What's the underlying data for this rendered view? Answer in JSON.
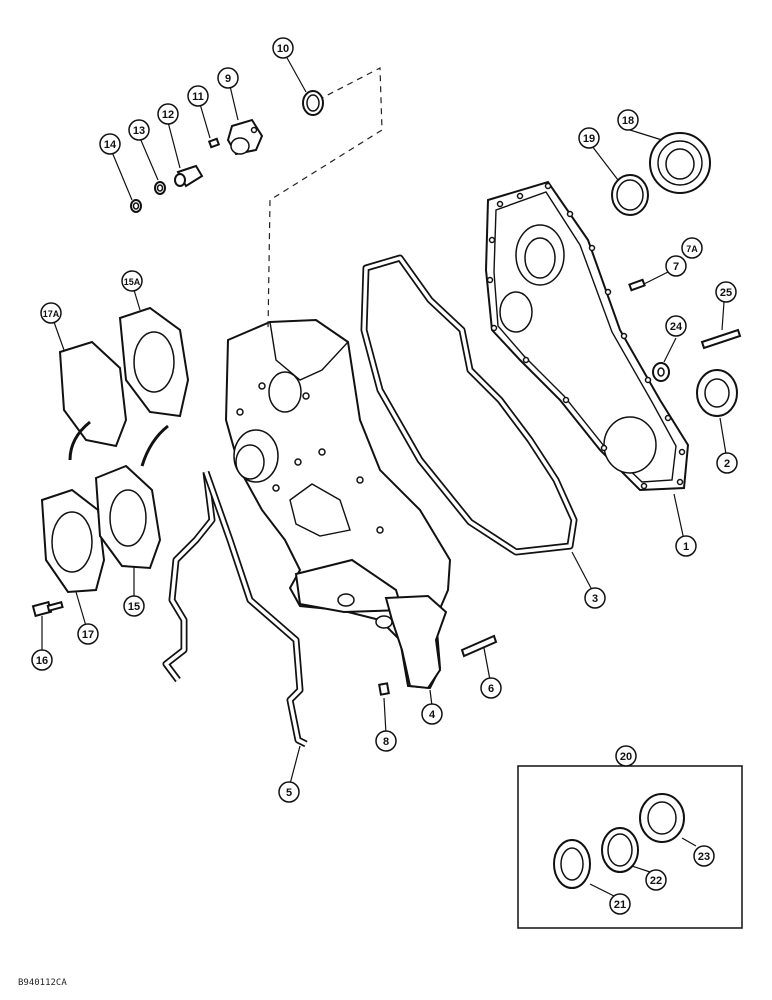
{
  "diagram": {
    "reference_code": "B940112CA",
    "callouts": {
      "c1": "1",
      "c2": "2",
      "c3": "3",
      "c4": "4",
      "c5": "5",
      "c6": "6",
      "c7": "7",
      "c7a": "7A",
      "c8": "8",
      "c9": "9",
      "c10": "10",
      "c11": "11",
      "c12": "12",
      "c13": "13",
      "c14": "14",
      "c15": "15",
      "c15a": "15A",
      "c16": "16",
      "c17": "17",
      "c17a": "17A",
      "c18": "18",
      "c19": "19",
      "c20": "20",
      "c21": "21",
      "c22": "22",
      "c23": "23",
      "c24": "24",
      "c25": "25"
    }
  }
}
